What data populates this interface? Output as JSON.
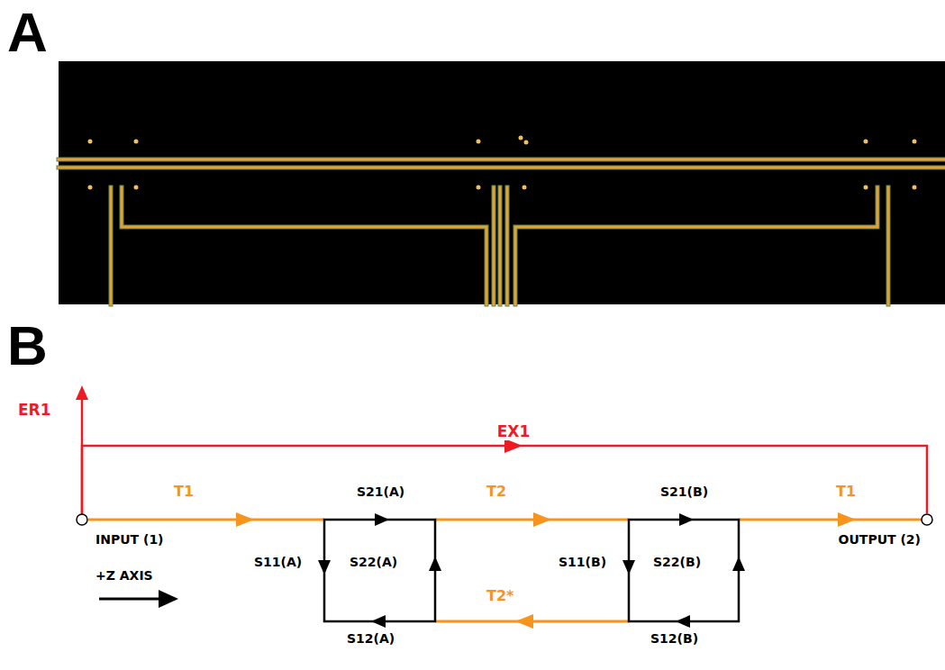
{
  "diagram": {
    "nodes": [
      {
        "text": [
          "INPUT (1)"
        ]
      },
      {
        "text": [
          "OUTPUT (2)"
        ]
      }
    ],
    "edges": [
      {
        "from": 0,
        "to": 1,
        "arrow": "to",
        "label": "EX1"
      }
    ],
    "labels": [
      "A",
      "B",
      "ER1",
      "T1",
      "S21(A)",
      "T2",
      "S21(B)",
      "T1",
      "S11(A)",
      "S22(A)",
      "S11(B)",
      "S22(B)",
      "T2*",
      "S12(A)",
      "S12(B)",
      "+Z AXIS"
    ]
  }
}
